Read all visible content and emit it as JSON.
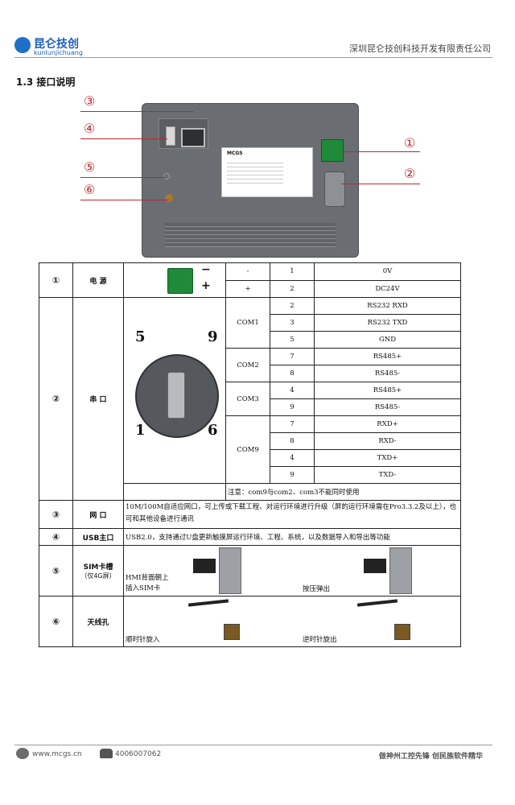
{
  "header": {
    "logo_cn": "昆仑技创",
    "logo_en": "kunlunjichuang",
    "company": "深圳昆仑技创科技开发有限责任公司"
  },
  "section_title": "1.3  接口说明",
  "device": {
    "brand": "MCGS"
  },
  "callouts": [
    "①",
    "②",
    "③",
    "④",
    "⑤",
    "⑥"
  ],
  "table": {
    "power": {
      "num": "①",
      "label": "电    源",
      "rows": [
        {
          "sign": "-",
          "pin": "1",
          "desc": "0V"
        },
        {
          "sign": "+",
          "pin": "2",
          "desc": "DC24V"
        }
      ],
      "img_minus": "−",
      "img_plus": "+"
    },
    "serial": {
      "num": "②",
      "label": "串    口",
      "pins_labels": {
        "tl": "5",
        "tr": "9",
        "bl": "1",
        "br": "6"
      },
      "groups": [
        {
          "name": "COM1",
          "rows": [
            {
              "pin": "2",
              "desc": "RS232  RXD"
            },
            {
              "pin": "3",
              "desc": "RS232  TXD"
            },
            {
              "pin": "5",
              "desc": "GND"
            }
          ]
        },
        {
          "name": "COM2",
          "rows": [
            {
              "pin": "7",
              "desc": "RS485+"
            },
            {
              "pin": "8",
              "desc": "RS485-"
            }
          ]
        },
        {
          "name": "COM3",
          "rows": [
            {
              "pin": "4",
              "desc": "RS485+"
            },
            {
              "pin": "9",
              "desc": "RS485-"
            }
          ]
        },
        {
          "name": "COM9",
          "rows": [
            {
              "pin": "7",
              "desc": "RXD+"
            },
            {
              "pin": "8",
              "desc": "RXD-"
            },
            {
              "pin": "4",
              "desc": "TXD+"
            },
            {
              "pin": "9",
              "desc": "TXD-"
            }
          ]
        }
      ],
      "note": "注意：com9与com2、com3不能同时使用"
    },
    "network": {
      "num": "③",
      "label": "网    口",
      "desc": "10M/100M自适应网口，可上传或下载工程、对运行环境进行升级（屏的运行环境需在Pro3.3.2及以上），也可和其他设备进行通讯"
    },
    "usb": {
      "num": "④",
      "label": "USB主口",
      "desc": "USB2.0，支持通过U盘更新触摸屏运行环境、工程、系统，以及数据导入和导出等功能"
    },
    "sim": {
      "num": "⑤",
      "label": "SIM卡槽",
      "sub": "（仅4G屏）",
      "caption_left": "HMI背面朝上\n插入SIM卡",
      "caption_right": "按压弹出"
    },
    "antenna": {
      "num": "⑥",
      "label": "天线孔",
      "caption_left": "顺时针旋入",
      "caption_right": "逆时针旋出"
    }
  },
  "footer": {
    "website": "www.mcgs.cn",
    "phone": "4006007062",
    "slogan": "做神州工控先锋  创民族软件精华"
  }
}
